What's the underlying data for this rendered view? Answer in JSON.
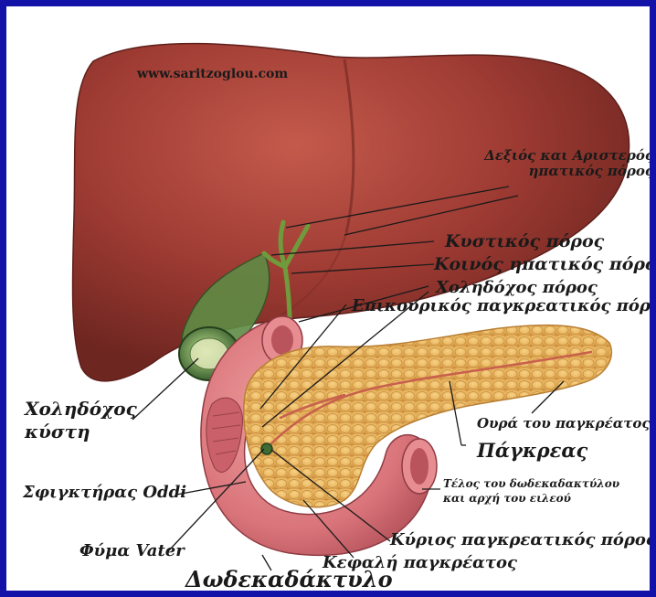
{
  "watermark": "www.saritzoglou.com",
  "labels": {
    "hepatic_ducts": "Δεξιός και Αριστερός ηπατικός πόρος",
    "cystic_duct": "Κυστικός πόρος",
    "common_hepatic_duct": "Κοινός ηπατικός πόρος",
    "common_bile_duct": "Χοληδόχος πόρος",
    "accessory_pancreatic_duct": "Επικουρικός παγκρεατικός πόρος",
    "gallbladder": "Χοληδόχος κύστη",
    "pancreas_tail": "Ουρά του παγκρέατος",
    "pancreas": "Πάγκρεας",
    "duodenum_end": "Τέλος του δωδεκαδακτύλου και αρχή του ειλεού",
    "sphincter_oddi": "Σφιγκτήρας Oddi",
    "vater_papilla": "Φύμα Vater",
    "main_pancreatic_duct": "Κύριος παγκρεατικός πόρος",
    "pancreas_head": "Κεφαλή παγκρέατος",
    "duodenum": "Δωδεκαδάκτυλο"
  },
  "colors": {
    "border": "#1212a8",
    "liver": "#9e3b33",
    "pancreas": "#e9b55f",
    "duodenum": "#d9747a",
    "gallbladder": "#3f6b34",
    "ducts": "#6f9b3c"
  }
}
